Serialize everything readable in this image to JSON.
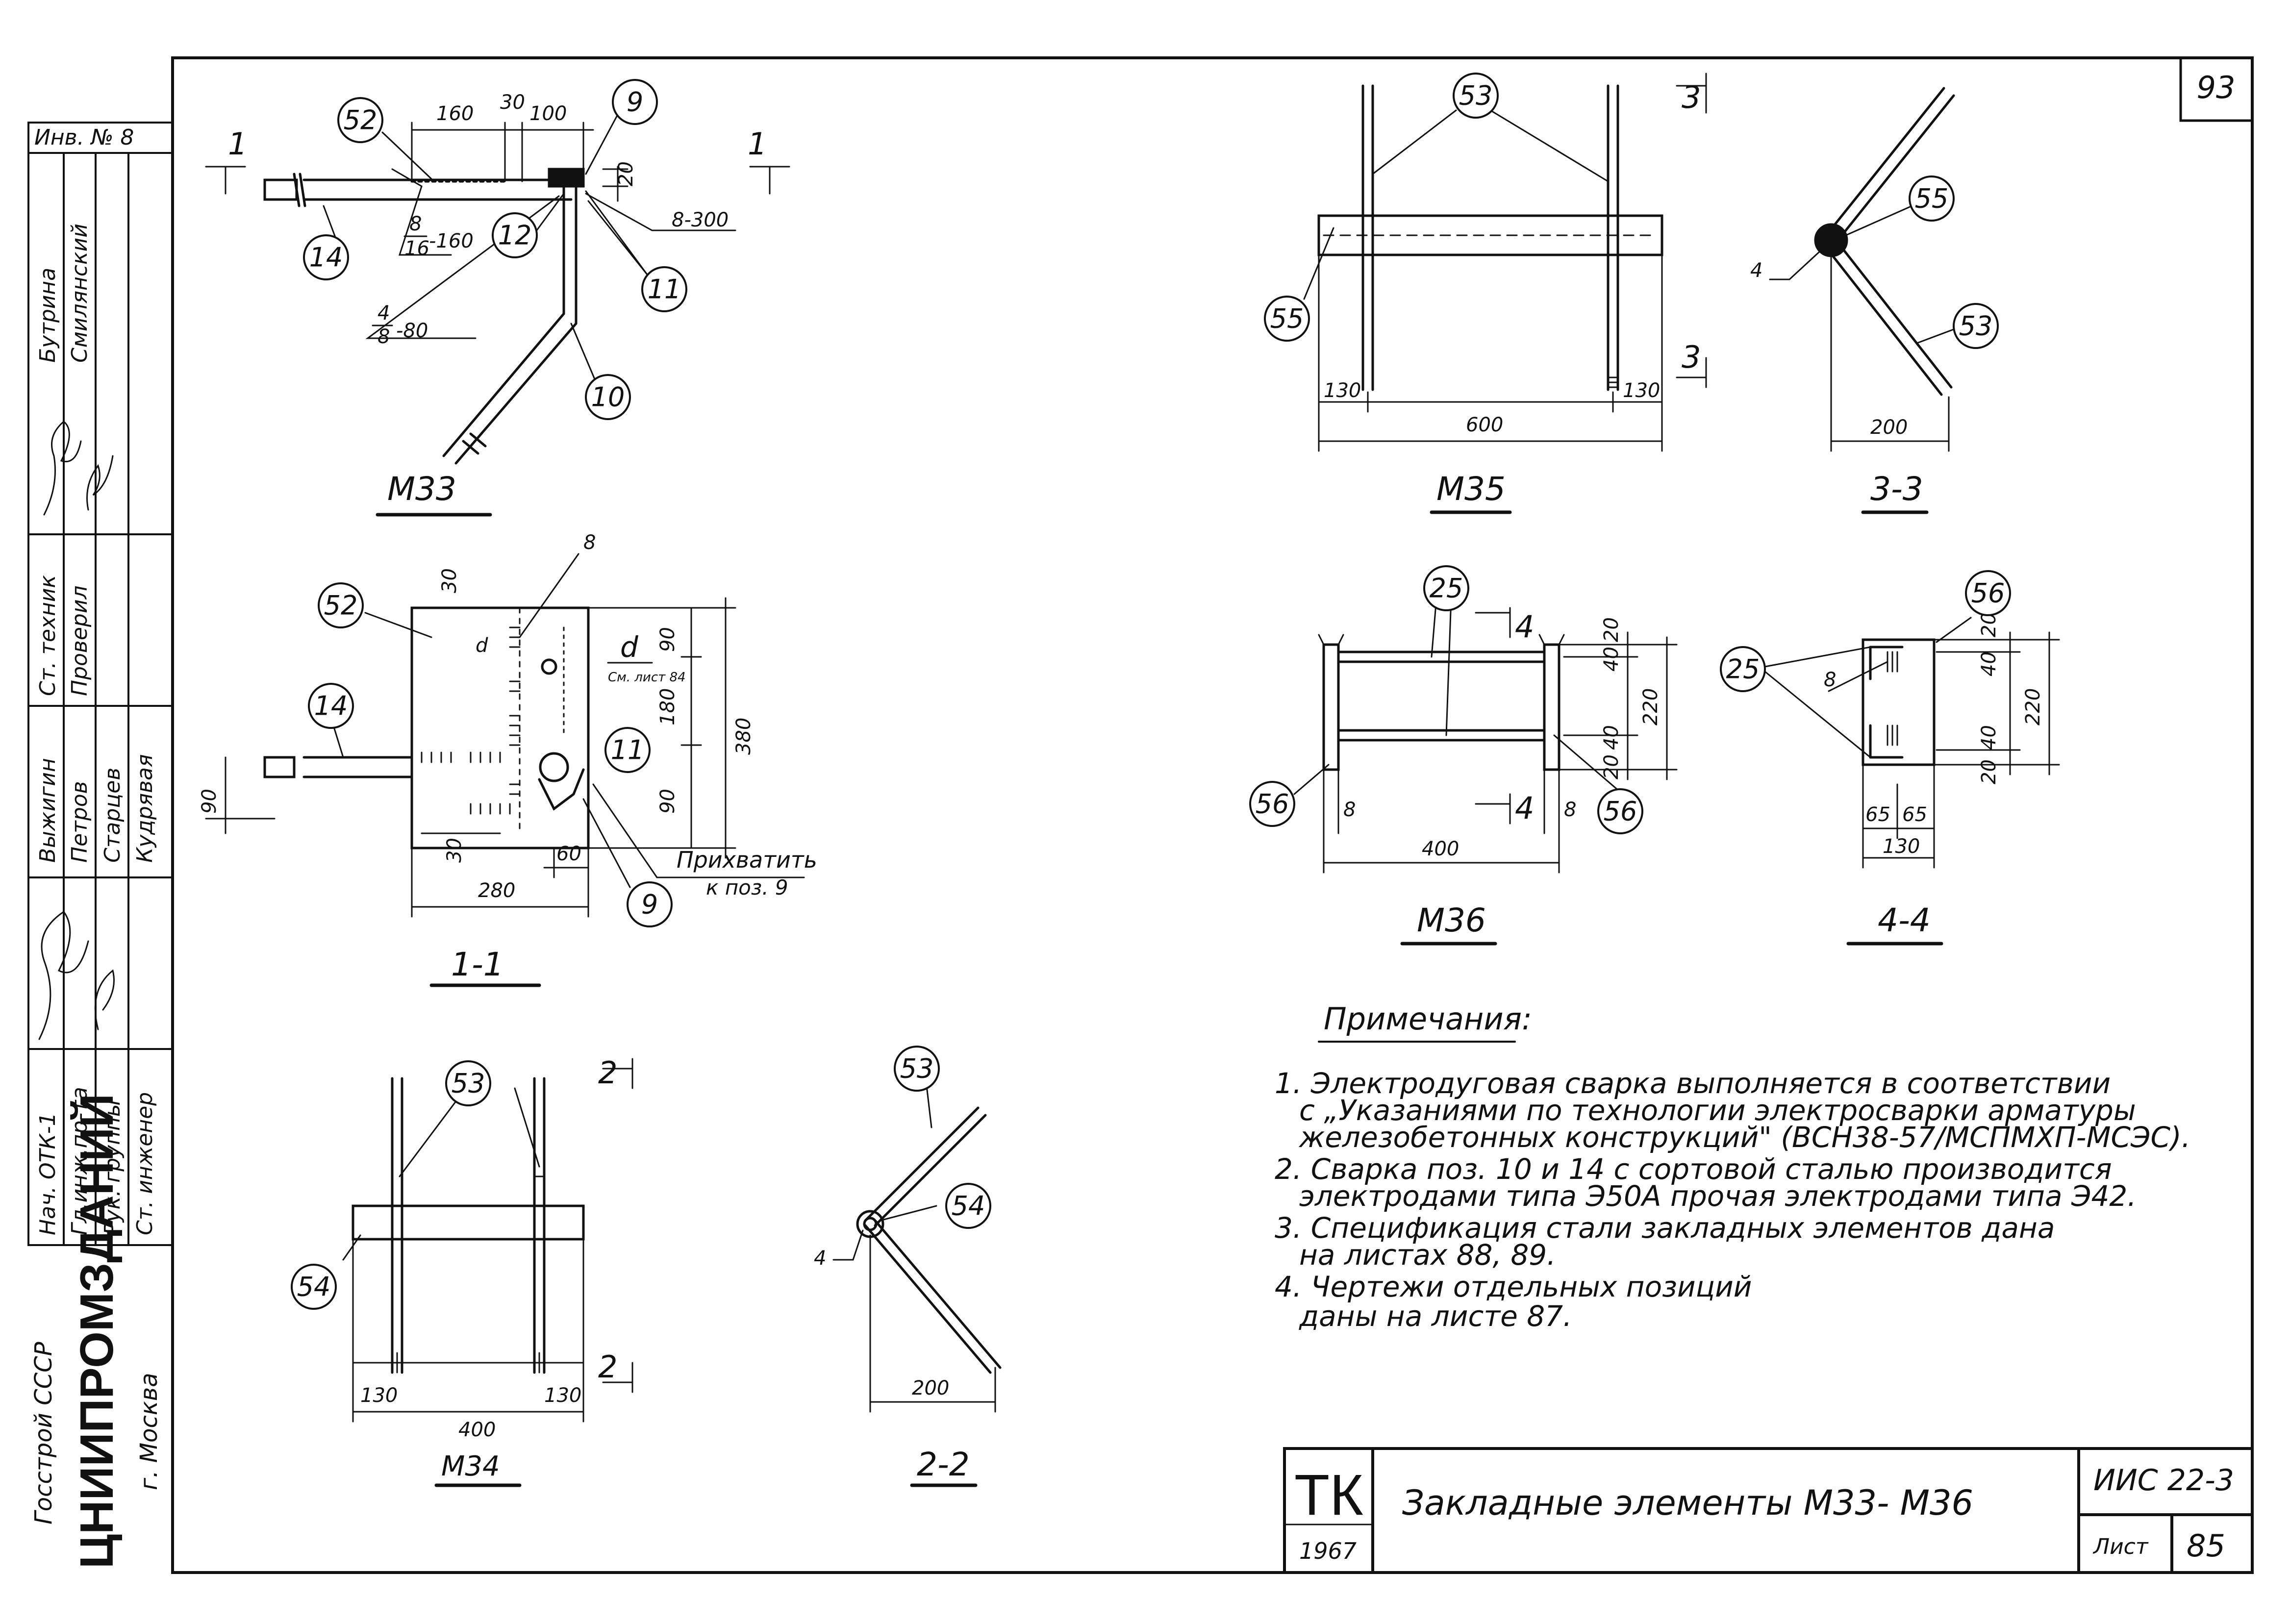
{
  "sheet": {
    "page_num": "93",
    "series": "ИИС 22-3",
    "sheet_label": "Лист",
    "sheet_no": "85",
    "title_block_tk": "ТК",
    "year": "1967",
    "title": "Закладные элементы М33- М36"
  },
  "side_block": {
    "inv_no": "Инв. № 8",
    "roles": [
      "Нач. ОТК-1",
      "Гл.инж.пр-та",
      "Рук. группы",
      "Ст. инженер",
      "Выжигин",
      "Петров",
      "Старцев",
      "Кудрявая",
      "Ст. техник",
      "Проверил",
      "Бутрина",
      "Смилянский"
    ],
    "org1": "Госстрой СССР",
    "org2": "ЦНИИПРОМЗДАНИЙ",
    "org3": "г. Москва"
  },
  "views": {
    "m33": "М33",
    "s11": "1-1",
    "m34": "М34",
    "s22": "2-2",
    "m35": "М35",
    "s33": "3-3",
    "m36": "М36",
    "s44": "4-4",
    "cut1": "1",
    "cut2": "2",
    "cut3": "3",
    "cut4": "4"
  },
  "dims": {
    "m33": {
      "d160": "160",
      "d30": "30",
      "d100": "100",
      "d20": "20",
      "weld1_top": "8",
      "weld1_bot": "16",
      "weld1_len": "-160",
      "weld2_top": "4",
      "weld2_bot": "8",
      "weld2_len": "-80",
      "weld3": "8-300"
    },
    "s11": {
      "d30a": "30",
      "d30b": "30",
      "d90a": "90",
      "d180": "180",
      "d90b": "90",
      "d380": "380",
      "d90left": "90",
      "d60": "60",
      "d280": "280",
      "dmark": "d",
      "see": "См. лист 84",
      "weld": "8",
      "tack": "Прихватить",
      "tack2": "к поз. 9"
    },
    "m34": {
      "d130a": "130",
      "d130b": "130",
      "d400": "400"
    },
    "s22": {
      "d200": "200",
      "d4": "4"
    },
    "m35": {
      "d130a": "130",
      "d130b": "130",
      "d600": "600"
    },
    "s33": {
      "d200": "200",
      "d4": "4"
    },
    "m36": {
      "d8a": "8",
      "d8b": "8",
      "d400": "400",
      "d20": "20",
      "d40a": "40",
      "d40b": "40",
      "d20b": "20",
      "d220": "220"
    },
    "s44": {
      "d65a": "65",
      "d65b": "65",
      "d130": "130",
      "d8": "8",
      "d20": "20",
      "d40a": "40",
      "d40b": "40",
      "d20b": "20",
      "d220": "220"
    }
  },
  "positions": {
    "p52": "52",
    "p9": "9",
    "p14": "14",
    "p12": "12",
    "p11": "11",
    "p10": "10",
    "p53": "53",
    "p54": "54",
    "p55": "55",
    "p56": "56",
    "p25": "25"
  },
  "notes": {
    "heading": "Примечания:",
    "items": [
      "1. Электродуговая сварка выполняется в соответствии",
      "с „Указаниями по технологии электросварки арматуры",
      "железобетонных конструкций\" (ВСН38-57/МСПМХП-МСЭС).",
      "2. Сварка поз. 10 и 14 с сортовой сталью производится",
      "электродами типа Э50А прочая электродами типа Э42.",
      "3. Спецификация стали закладных элементов дана",
      "на листах 88, 89.",
      "4. Чертежи отдельных позиций",
      "даны на листе 87."
    ]
  }
}
